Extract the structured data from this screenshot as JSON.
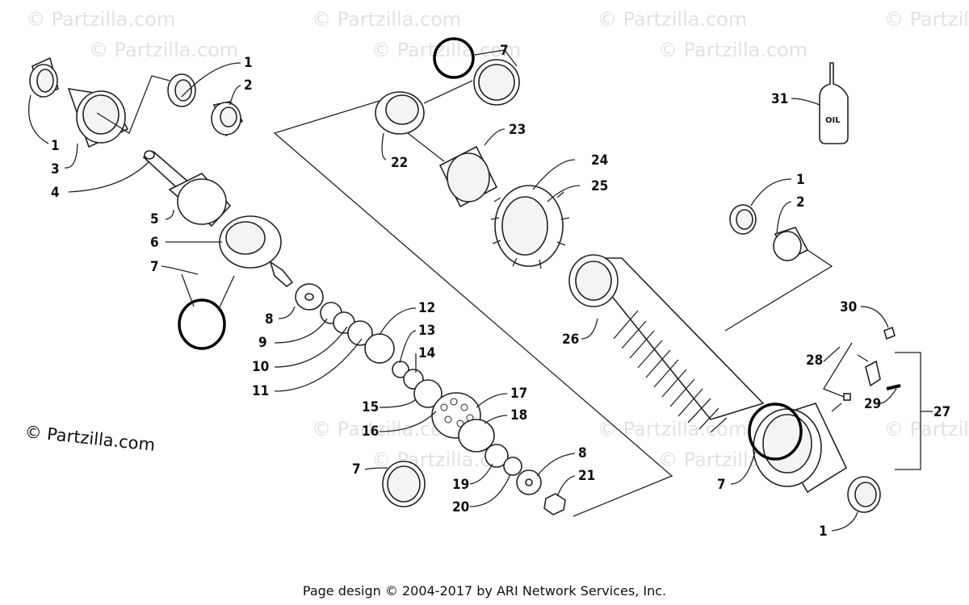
{
  "watermark": "© Partzilla.com",
  "copyright_mark": "© Partzilla.com",
  "footer": "Page design © 2004-2017 by ARI Network Services, Inc.",
  "oil_label": "OIL",
  "callouts": {
    "c1a": "1",
    "c2a": "2",
    "c1b": "1",
    "c3": "3",
    "c4": "4",
    "c5": "5",
    "c6": "6",
    "c7a": "7",
    "c8a": "8",
    "c9": "9",
    "c10": "10",
    "c11": "11",
    "c12": "12",
    "c13": "13",
    "c14": "14",
    "c15": "15",
    "c16": "16",
    "c17": "17",
    "c18": "18",
    "c7b": "7",
    "c19": "19",
    "c20": "20",
    "c8b": "8",
    "c21": "21",
    "c7c": "7",
    "c22": "22",
    "c23": "23",
    "c24": "24",
    "c25": "25",
    "c26": "26",
    "c31": "31",
    "c1c": "1",
    "c2b": "2",
    "c30": "30",
    "c28": "28",
    "c29": "29",
    "c27": "27",
    "c7d": "7",
    "c1d": "1"
  }
}
